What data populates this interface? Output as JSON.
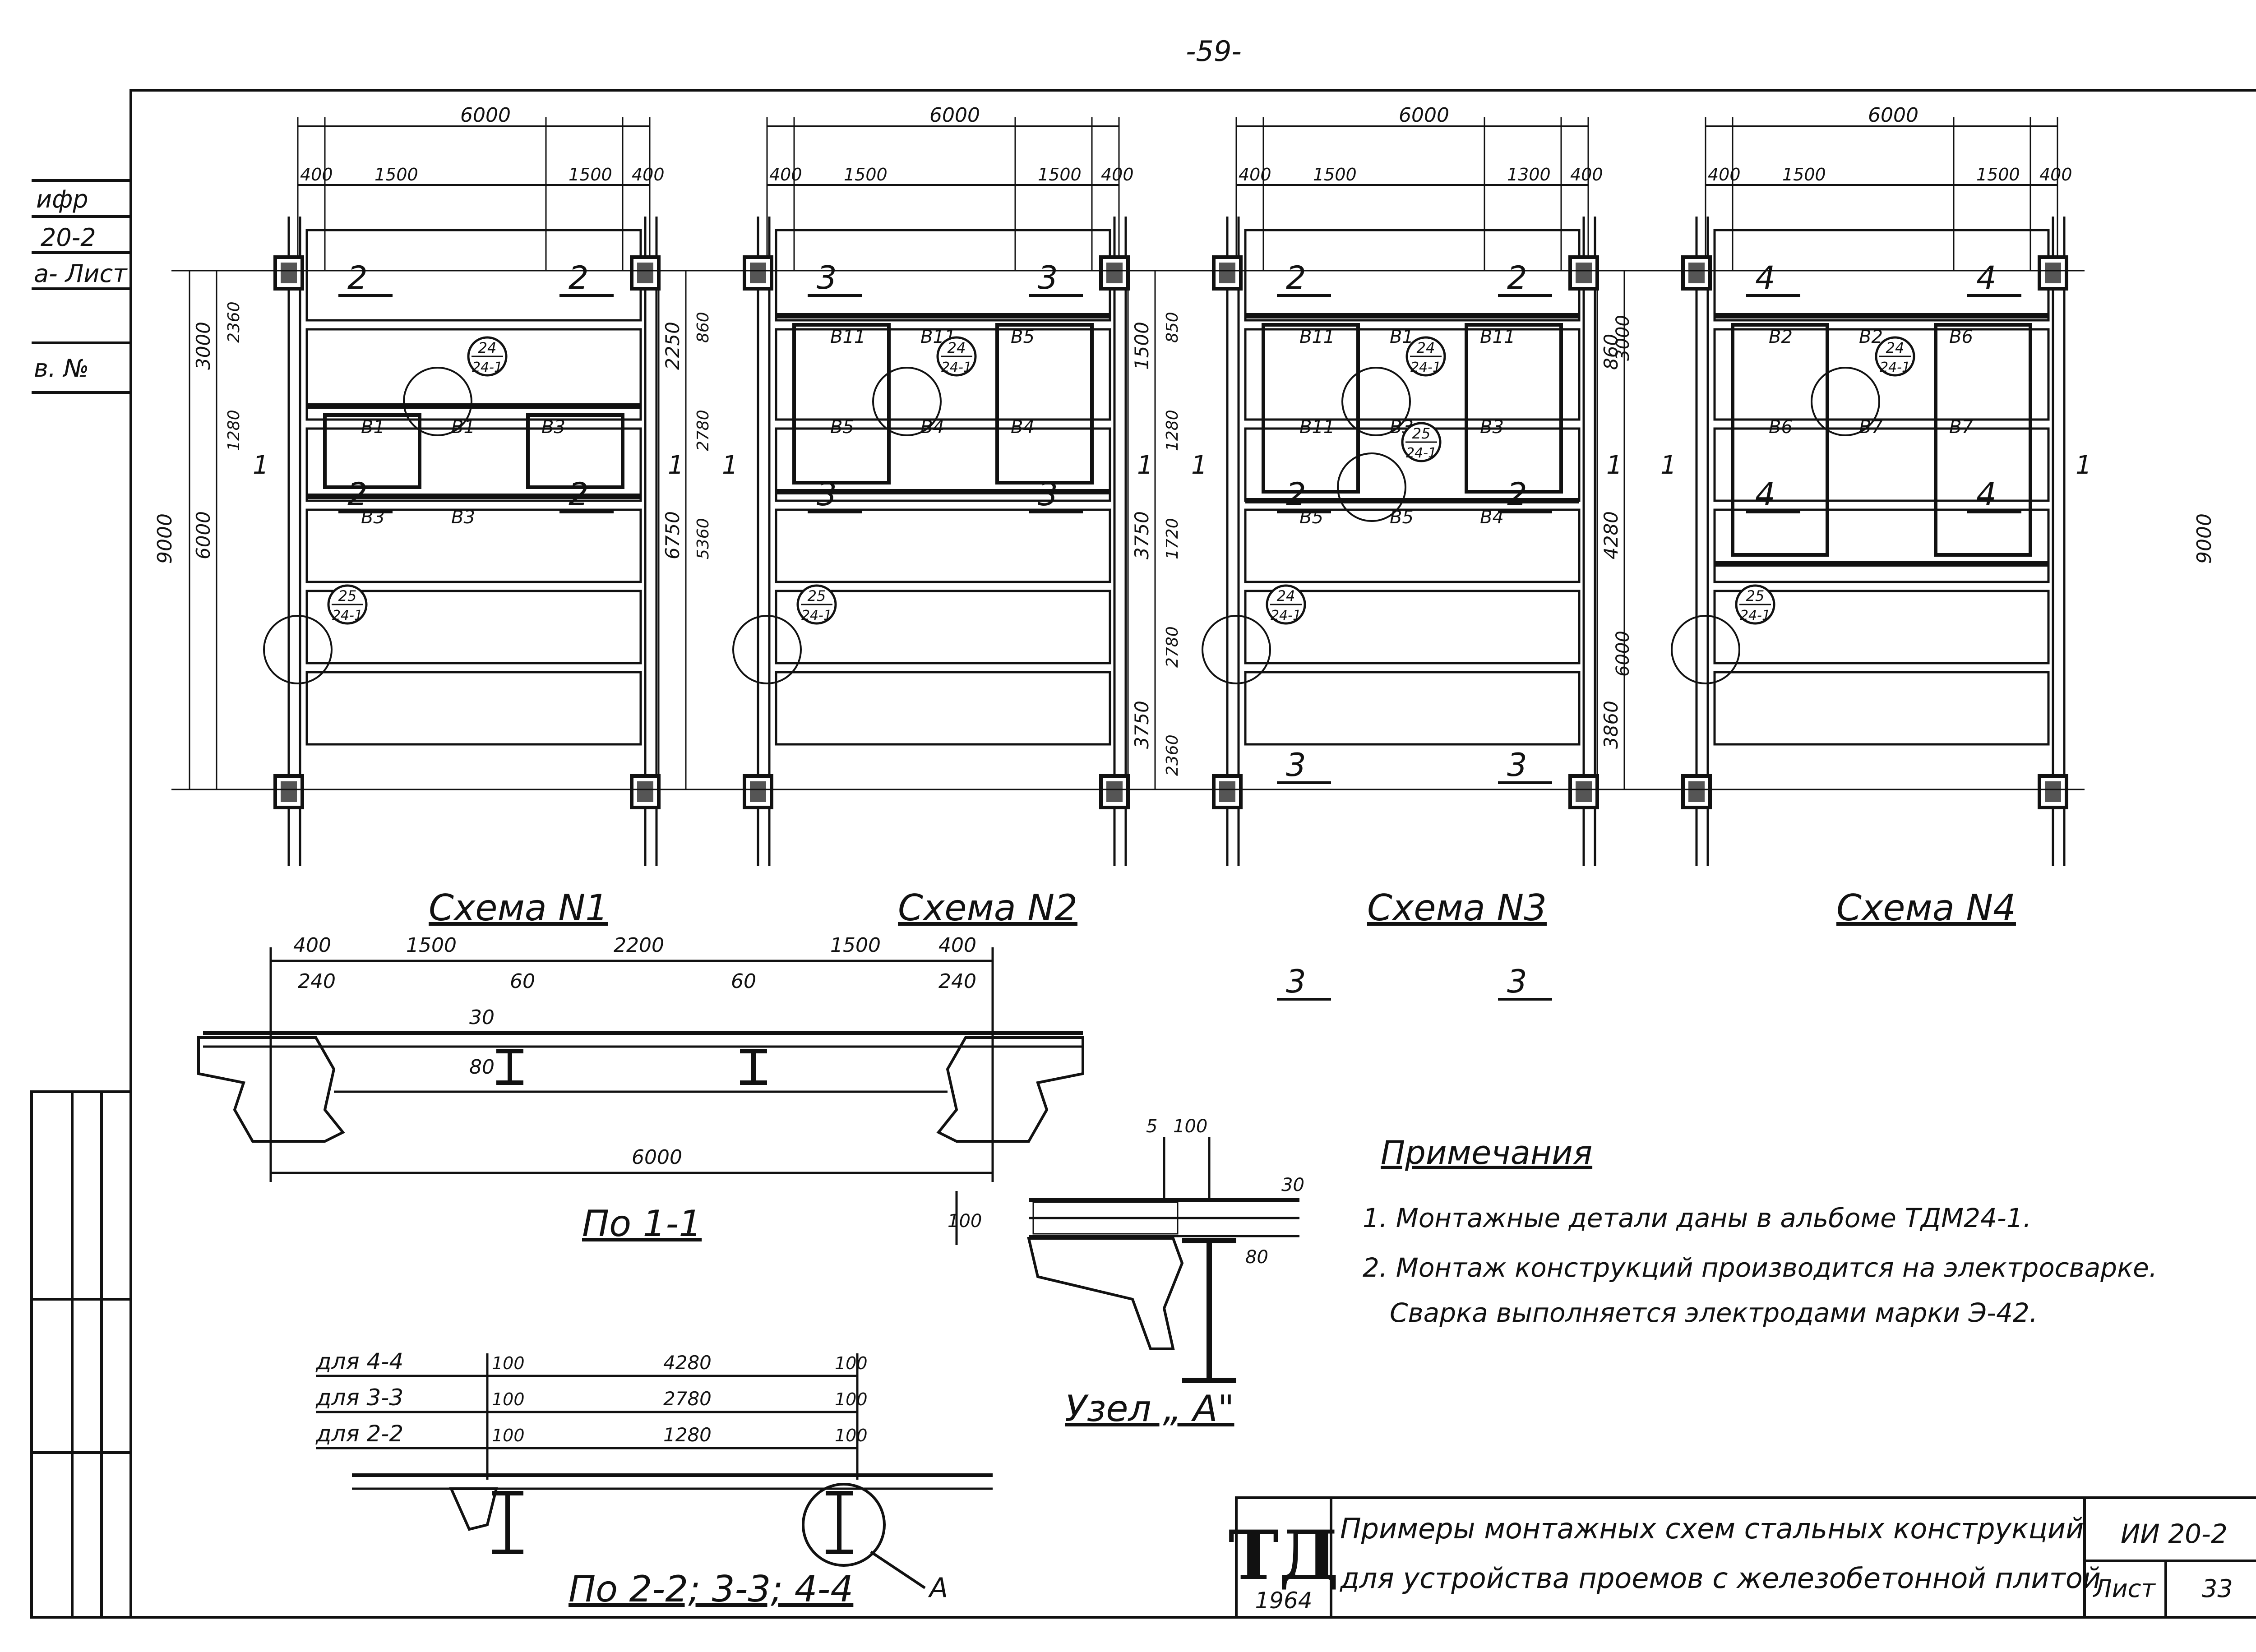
{
  "page_number": "-59-",
  "side_stamp": {
    "l1": "ифр",
    "l2": "20-2",
    "l3": "а- Лист",
    "l4": "в. №"
  },
  "schemes": [
    {
      "caption": "Схема N1",
      "top_total": "6000",
      "top_parts": [
        "400",
        "1500",
        "1500",
        "400"
      ],
      "left_outer": "9000",
      "left_parts": [
        "3000",
        "6000"
      ],
      "left_inner": [
        "2360",
        "1280"
      ],
      "beams": [
        "B1",
        "B1",
        "B3",
        "B3",
        "B3"
      ],
      "section_marks": [
        "2",
        "2",
        "2",
        "2"
      ],
      "node_tags": [
        "24/24-1",
        "25/24-1"
      ],
      "cut_mark": "1"
    },
    {
      "caption": "Схема N2",
      "top_total": "6000",
      "top_parts": [
        "400",
        "1500",
        "1500",
        "400"
      ],
      "left_outer": "",
      "left_parts": [
        "2250",
        "6750"
      ],
      "left_inner": [
        "860",
        "2780",
        "5360"
      ],
      "beams": [
        "B11",
        "B11",
        "B5",
        "B5",
        "B4",
        "B4"
      ],
      "section_marks": [
        "3",
        "3",
        "3",
        "3"
      ],
      "node_tags": [
        "24/24-1",
        "25/24-1"
      ],
      "cut_mark": "1"
    },
    {
      "caption": "Схема N3",
      "top_total": "6000",
      "top_parts": [
        "400",
        "1500",
        "1300",
        "400"
      ],
      "left_outer": "",
      "left_parts": [
        "1500",
        "3750",
        "3750"
      ],
      "left_inner": [
        "850",
        "1280",
        "1720",
        "2780",
        "2360"
      ],
      "right_parts": [
        "3000",
        "6000"
      ],
      "beams": [
        "B11",
        "B1",
        "B11",
        "B11",
        "B3",
        "B3",
        "B5",
        "B5",
        "B4"
      ],
      "section_marks": [
        "2",
        "2",
        "2",
        "2",
        "3",
        "3",
        "3",
        "3"
      ],
      "node_tags": [
        "24/24-1",
        "24/24-1",
        "25/24-1"
      ],
      "cut_mark": "1"
    },
    {
      "caption": "Схема N4",
      "top_total": "6000",
      "top_parts": [
        "400",
        "1500",
        "1500",
        "400"
      ],
      "left_outer": "",
      "left_parts": [
        "860",
        "4280",
        "3860"
      ],
      "right_outer": "9000",
      "beams": [
        "B2",
        "B2",
        "B6",
        "B6",
        "B7",
        "B7"
      ],
      "section_marks": [
        "4",
        "4",
        "4",
        "4"
      ],
      "node_tags": [
        "24/24-1",
        "25/24-1"
      ],
      "cut_mark": "1"
    }
  ],
  "section_11": {
    "caption": "По 1-1",
    "dims_top": [
      "400",
      "1500",
      "2200",
      "1500",
      "400"
    ],
    "dims_small": [
      "240",
      "60",
      "60",
      "240"
    ],
    "dims_vert": [
      "30",
      "80"
    ],
    "dim_bottom": "6000"
  },
  "section_22": {
    "caption": "По 2-2; 3-3; 4-4",
    "rows": [
      {
        "label": "для 4-4",
        "left": "100",
        "mid": "4280",
        "right": "100"
      },
      {
        "label": "для 3-3",
        "left": "100",
        "mid": "2780",
        "right": "100"
      },
      {
        "label": "для 2-2",
        "left": "100",
        "mid": "1280",
        "right": "100"
      }
    ],
    "callout": "A"
  },
  "node_a": {
    "caption": "Узел „ А\"",
    "dims": [
      "5",
      "100",
      "30",
      "100",
      "80"
    ]
  },
  "notes": {
    "title": "Примечания",
    "items": [
      "1. Монтажные детали даны в альбоме ТДМ24-1.",
      "2. Монтаж конструкций производится на электросварке.",
      "Сварка выполняется электродами марки Э-42."
    ]
  },
  "title_block": {
    "logo": "ТД",
    "year": "1964",
    "title_line1": "Примеры монтажных схем стальных конструкций",
    "title_line2": "для устройства проемов с железобетонной плитой",
    "code": "ИИ 20-2",
    "sheet_label": "Лист",
    "sheet_number": "33"
  }
}
